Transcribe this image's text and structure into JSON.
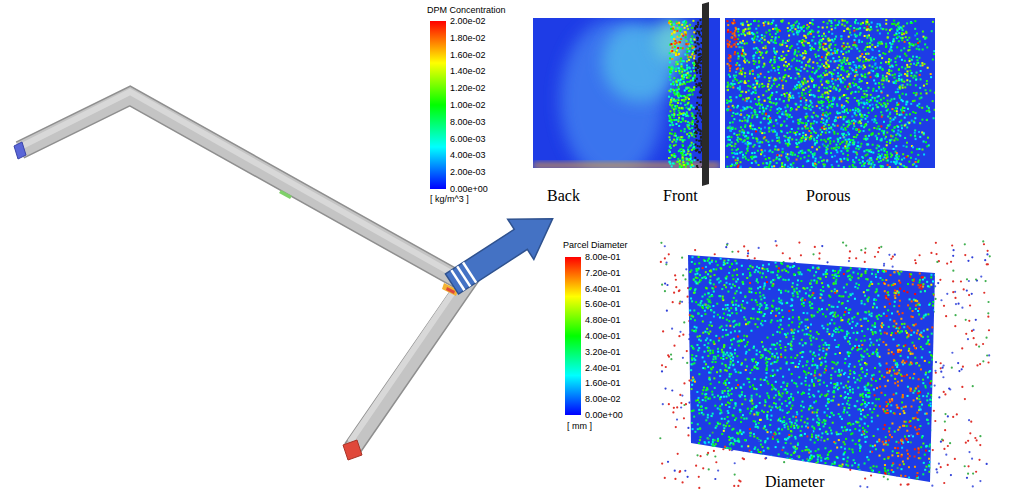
{
  "diagram": {
    "labels": [
      "DPM Concentration",
      "2.00e-02",
      "1.80e-02",
      "1.60e-02",
      "1.40e-02",
      "1.20e-02",
      "1.00e-02",
      "8.00e-03",
      "6.00e-03",
      "4.00e-03",
      "2.00e-03",
      "0.00e+00",
      "[ kg/m^3 ]",
      "Back",
      "Front",
      "Porous",
      "Parcel Diameter",
      "8.00e-01",
      "7.20e-01",
      "6.40e-01",
      "5.60e-01",
      "4.80e-01",
      "4.00e-01",
      "3.20e-01",
      "2.40e-01",
      "1.60e-01",
      "8.00e-02",
      "0.00e+00",
      "[ mm ]",
      "Diameter"
    ]
  }
}
